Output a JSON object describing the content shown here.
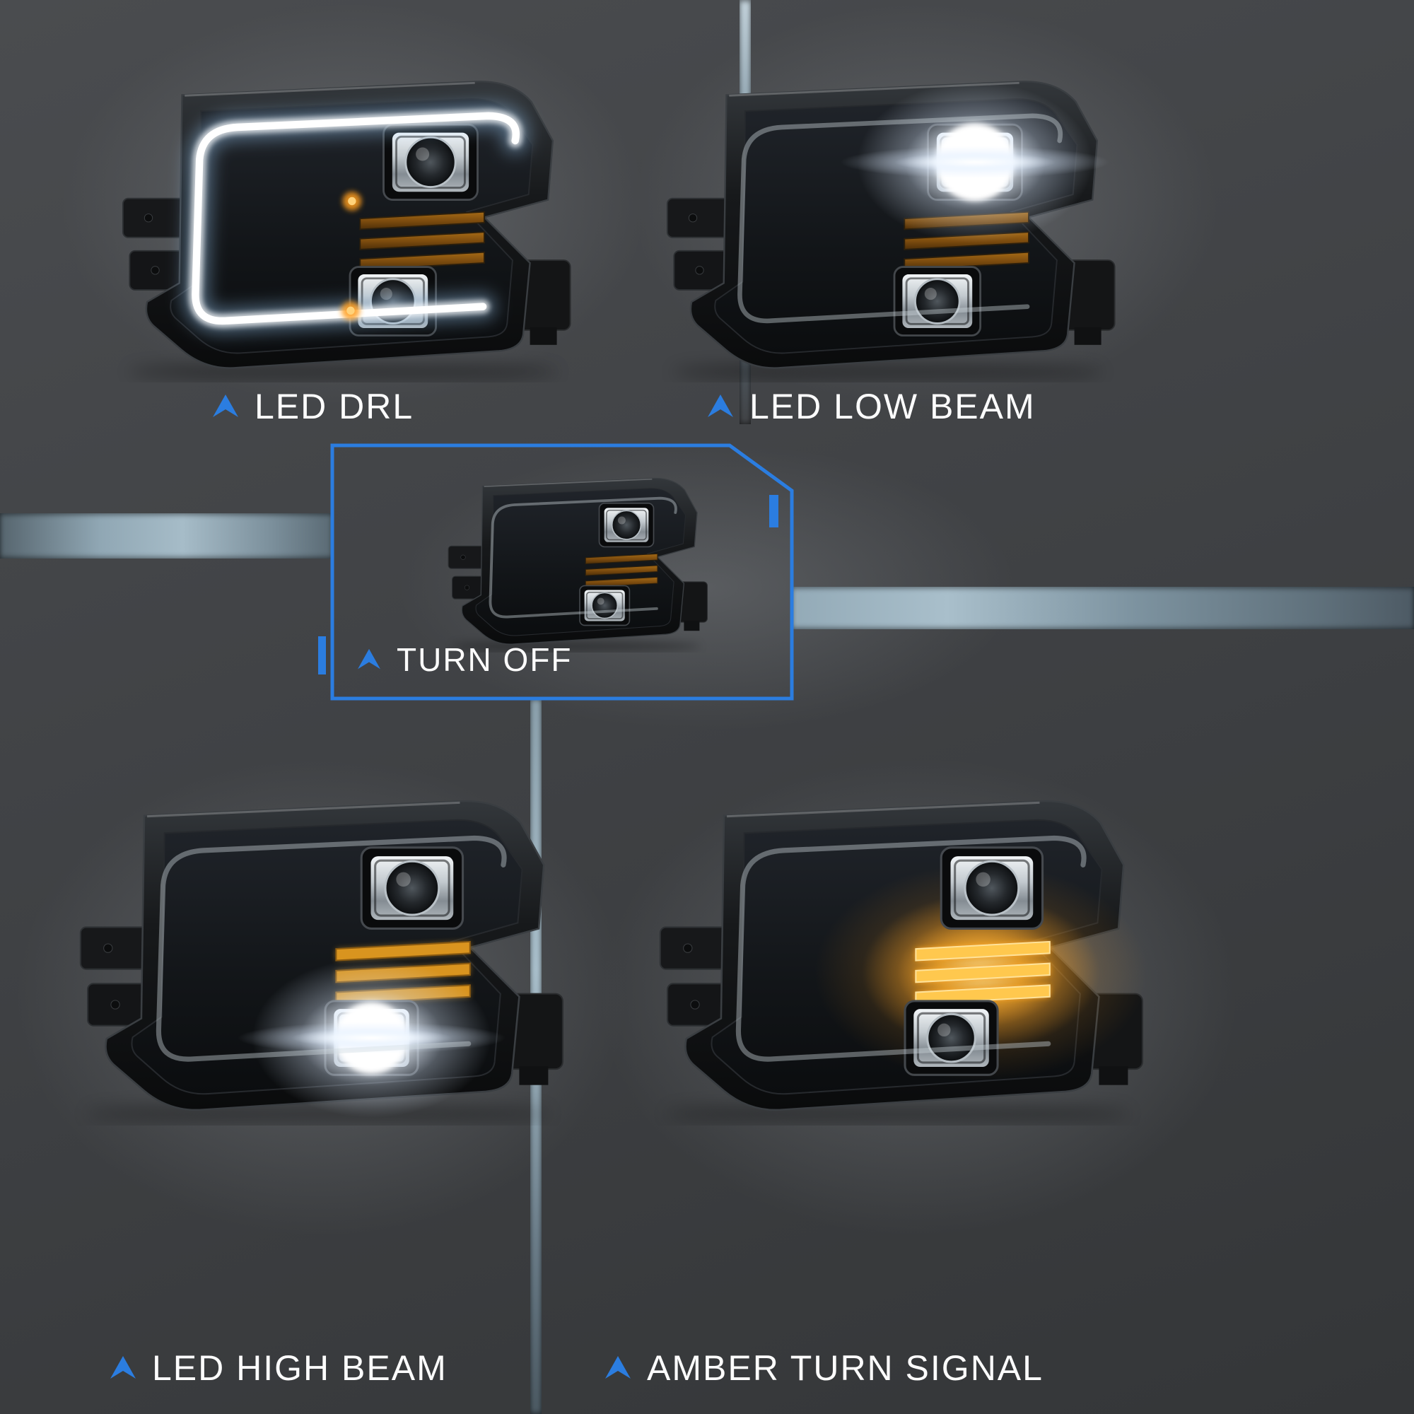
{
  "collage": {
    "panels": [
      {
        "label": "LED DRL",
        "mode": "drl"
      },
      {
        "label": "LED LOW BEAM",
        "mode": "low_beam"
      },
      {
        "label": "TURN OFF",
        "mode": "off"
      },
      {
        "label": "LED HIGH BEAM",
        "mode": "high_beam"
      },
      {
        "label": "AMBER TURN SIGNAL",
        "mode": "amber_turn_signal"
      }
    ],
    "colors": {
      "accent_blue": "#2b7de0",
      "label_text": "#fdfdfd",
      "amber_lit": "#ffc84e",
      "drl_white": "#ffffff",
      "background_gray": "#404245"
    },
    "icons": {
      "caption_marker": "arrow-up-icon"
    }
  }
}
